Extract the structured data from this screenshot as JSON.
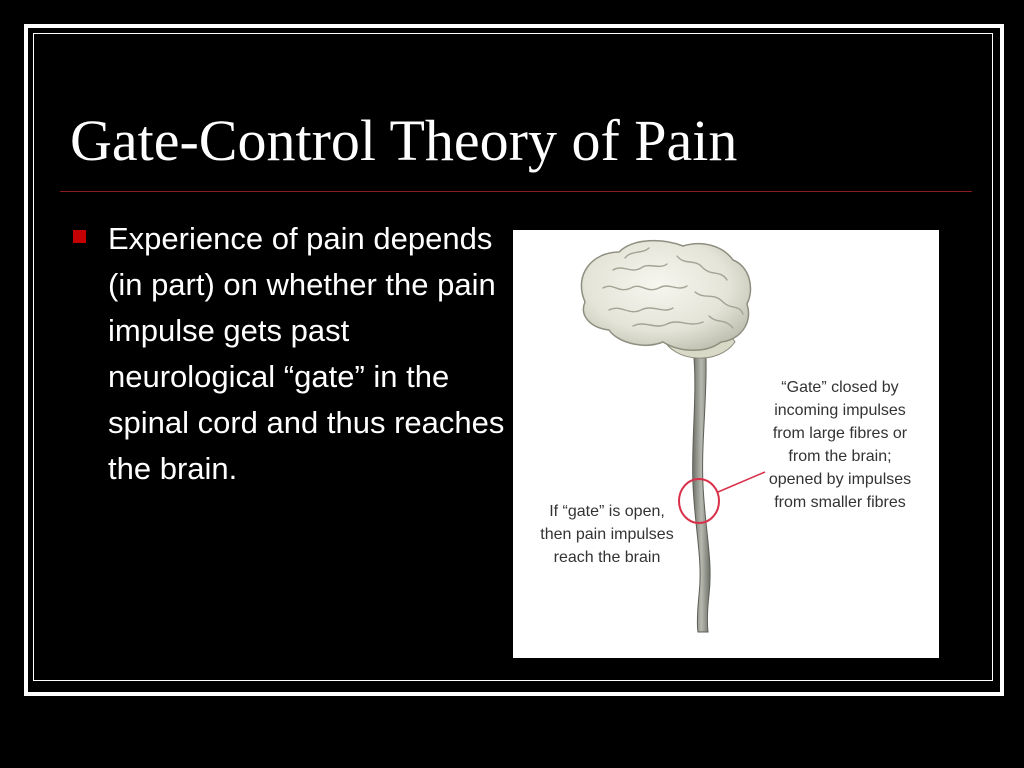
{
  "slide": {
    "title": "Gate-Control Theory of Pain",
    "bullet": "Experience of pain depends (in part) on whether the pain impulse gets past neurological “gate” in the spinal cord and thus reaches the brain."
  },
  "diagram": {
    "gate_closed_label": "“Gate” closed by incoming impulses from large fibres or from the brain; opened by impulses from smaller fibres",
    "gate_open_label": "If “gate” is open, then pain impulses reach the brain",
    "highlight_color": "#d9304a"
  },
  "colors": {
    "background": "#000000",
    "bullet_marker": "#c40000",
    "title_rule": "#8b1a1a"
  }
}
